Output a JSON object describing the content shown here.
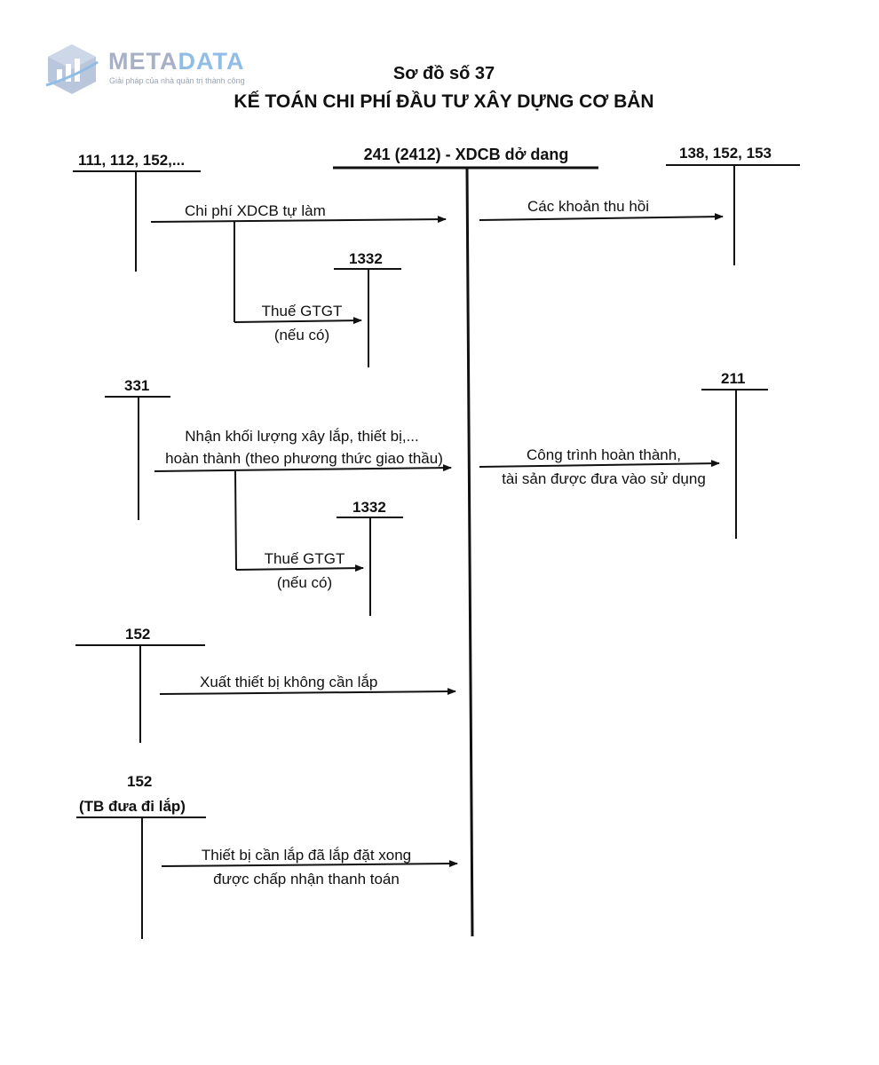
{
  "logo": {
    "word_part1": "META",
    "word_part2": "DATA",
    "tagline": "Giải pháp của nhà quản trị thành công",
    "color_primary": "#aab3c8",
    "color_accent": "#8fbde6"
  },
  "title": {
    "line1": "Sơ đồ số 37",
    "line2": "KẾ TOÁN CHI PHÍ ĐẦU TƯ XÂY DỰNG CƠ BẢN"
  },
  "accounts": {
    "main": "241 (2412) - XDCB dở dang",
    "a111": "111, 112, 152,...",
    "a138": "138, 152, 153",
    "a1332_top": "1332",
    "a331": "331",
    "a211": "211",
    "a1332_mid": "1332",
    "a152": "152",
    "a152b_line1": "152",
    "a152b_line2": "(TB đưa đi lắp)"
  },
  "flows": {
    "f1": "Chi phí XDCB tự làm",
    "f2": "Các khoản thu hồi",
    "f3_line1": "Thuế GTGT",
    "f3_line2": "(nếu có)",
    "f4_line1": "Nhận khối lượng xây lắp, thiết bị,...",
    "f4_line2": "hoàn thành (theo phương thức giao thầu)",
    "f5_line1": "Công trình hoàn thành,",
    "f5_line2": "tài sản được đưa vào sử dụng",
    "f6_line1": "Thuế GTGT",
    "f6_line2": "(nếu có)",
    "f7": "Xuất thiết bị không cần lắp",
    "f8_line1": "Thiết bị cần lắp đã lắp đặt xong",
    "f8_line2": "được chấp nhận thanh toán"
  }
}
